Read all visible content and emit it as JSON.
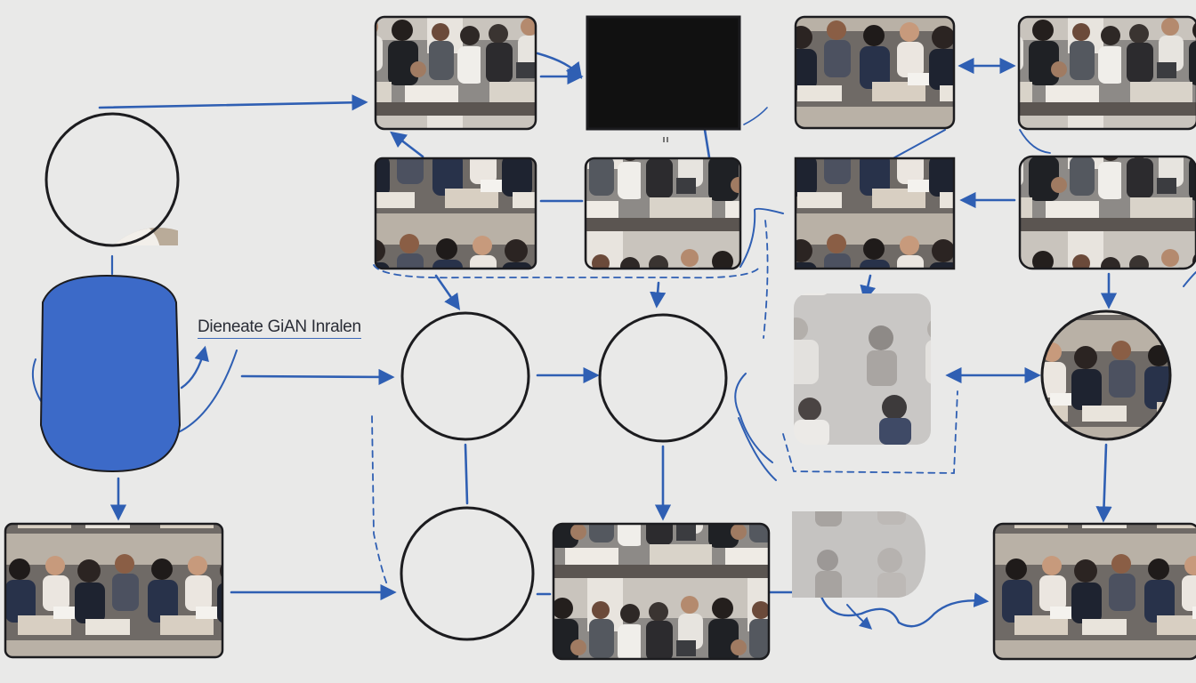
{
  "diagram": {
    "label": "Dienеate GiAN Inralen",
    "nodes": [
      {
        "id": "top-photo-1",
        "kind": "crowd-photo"
      },
      {
        "id": "top-portrait",
        "kind": "portrait-photo"
      },
      {
        "id": "top-photo-3",
        "kind": "crowd-photo"
      },
      {
        "id": "top-photo-4",
        "kind": "crowd-photo"
      },
      {
        "id": "left-portrait-circle",
        "kind": "portrait-photo"
      },
      {
        "id": "mid-photo-1",
        "kind": "crowd-photo"
      },
      {
        "id": "mid-photo-2",
        "kind": "crowd-photo"
      },
      {
        "id": "mid-photo-3",
        "kind": "crowd-photo"
      },
      {
        "id": "mid-photo-4",
        "kind": "crowd-photo"
      },
      {
        "id": "blue-frame-portrait",
        "kind": "portrait-photo"
      },
      {
        "id": "portrait-circle-1",
        "kind": "portrait-photo"
      },
      {
        "id": "portrait-circle-2",
        "kind": "portrait-photo"
      },
      {
        "id": "faded-collage",
        "kind": "crowd-photo"
      },
      {
        "id": "portrait-circle-right",
        "kind": "portrait-photo"
      },
      {
        "id": "bottom-photo-1",
        "kind": "crowd-photo"
      },
      {
        "id": "portrait-circle-bottom",
        "kind": "portrait-photo"
      },
      {
        "id": "bottom-photo-2",
        "kind": "crowd-photo"
      },
      {
        "id": "faded-square",
        "kind": "crowd-photo"
      },
      {
        "id": "bottom-photo-3",
        "kind": "crowd-photo"
      }
    ],
    "colors": {
      "background": "#e9e9e8",
      "arrow": "#2f5fb3",
      "frame": "#1c1c1f",
      "accent_blue": "#3c6ac8"
    }
  }
}
